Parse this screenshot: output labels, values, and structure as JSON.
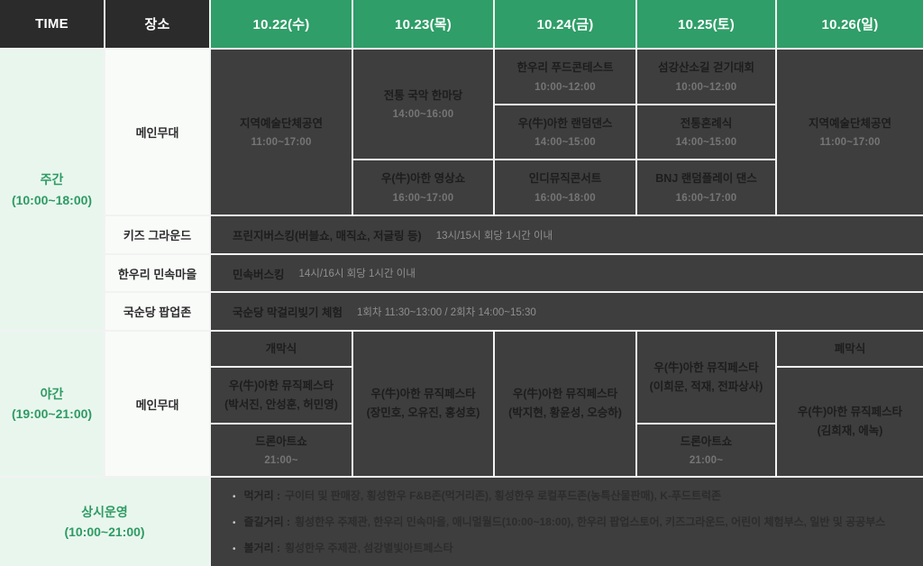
{
  "colors": {
    "header_green": "#2f9e68",
    "header_dark": "#2b2b2b",
    "cell_dark": "#3e3e3e",
    "mint_bg": "#e9f6ee",
    "green_text": "#2e9b63",
    "grid_line": "#f2f2f2"
  },
  "header": {
    "time": "TIME",
    "place": "장소",
    "days": [
      "10.22(수)",
      "10.23(목)",
      "10.24(금)",
      "10.25(토)",
      "10.26(일)"
    ]
  },
  "day_main": {
    "time_title": "주간",
    "time_range": "(10:00~18:00)",
    "place": "메인무대",
    "cols": [
      {
        "cells": [
          {
            "title": "지역예술단체공연",
            "time": "11:00~17:00"
          }
        ]
      },
      {
        "cells": [
          {
            "title": "전통 국악 한마당",
            "time": "14:00~16:00"
          },
          {
            "title": "우(牛)아한 영상쇼",
            "time": "16:00~17:00"
          }
        ]
      },
      {
        "cells": [
          {
            "title": "한우리 푸드콘테스트",
            "time": "10:00~12:00"
          },
          {
            "title": "우(牛)아한 랜덤댄스",
            "time": "14:00~15:00"
          },
          {
            "title": "인디뮤직콘서트",
            "time": "16:00~18:00"
          }
        ]
      },
      {
        "cells": [
          {
            "title": "섬강산소길 걷기대회",
            "time": "10:00~12:00"
          },
          {
            "title": "전통혼례식",
            "time": "14:00~15:00"
          },
          {
            "title": "BNJ 랜덤플레이 댄스",
            "time": "16:00~17:00"
          }
        ]
      },
      {
        "cells": [
          {
            "title": "지역예술단체공연",
            "time": "11:00~17:00"
          }
        ]
      }
    ]
  },
  "day_strips": [
    {
      "place": "키즈 그라운드",
      "title": "프린지버스킹(버블쇼, 매직쇼, 저글링 등)",
      "note": "13시/15시 회당 1시간 이내"
    },
    {
      "place": "한우리 민속마을",
      "title": "민속버스킹",
      "note": "14시/16시 회당 1시간 이내"
    },
    {
      "place": "국순당 팝업존",
      "title": "국순당 막걸리빚기 체험",
      "note": "1회차 11:30~13:00 / 2회차 14:00~15:30"
    }
  ],
  "night": {
    "time_title": "야간",
    "time_range": "(19:00~21:00)",
    "place": "메인무대",
    "cols": [
      {
        "cells": [
          {
            "title": "개막식"
          },
          {
            "title": "우(牛)아한 뮤직페스타",
            "sub": "(박서진, 안성훈, 허민영)"
          },
          {
            "title": "드론아트쇼",
            "time": "21:00~"
          }
        ]
      },
      {
        "cells": [
          {
            "title": "우(牛)아한 뮤직페스타",
            "sub": "(장민호, 오유진, 홍성호)"
          }
        ]
      },
      {
        "cells": [
          {
            "title": "우(牛)아한 뮤직페스타",
            "sub": "(박지현, 황윤성, 오승하)"
          }
        ]
      },
      {
        "cells": [
          {
            "title": "우(牛)아한 뮤직페스타",
            "sub": "(이희문, 적재, 전파상사)"
          },
          {
            "title": "드론아트쇼",
            "time": "21:00~"
          }
        ]
      },
      {
        "cells": [
          {
            "title": "폐막식"
          },
          {
            "title": "우(牛)아한 뮤직페스타",
            "sub": "(김희재, 에녹)"
          }
        ]
      }
    ]
  },
  "always": {
    "time_title": "상시운영",
    "time_range": "(10:00~21:00)",
    "bullet_char": "•",
    "bullets": [
      {
        "label": "먹거리 :",
        "text": "구이터 및 판매장, 횡성한우 F&B존(먹거리존), 횡성한우 로컬푸드존(농특산물판매), K-푸드트럭존"
      },
      {
        "label": "즐길거리 :",
        "text": "횡성한우 주제관, 한우리 민속마을, 애니멀월드(10:00~18:00), 한우리 팝업스토어, 키즈그라운드, 어린이 체험부스, 일반 및 공공부스"
      },
      {
        "label": "볼거리 :",
        "text": "횡성한우 주제관, 섬강별빛아트페스타"
      }
    ]
  }
}
